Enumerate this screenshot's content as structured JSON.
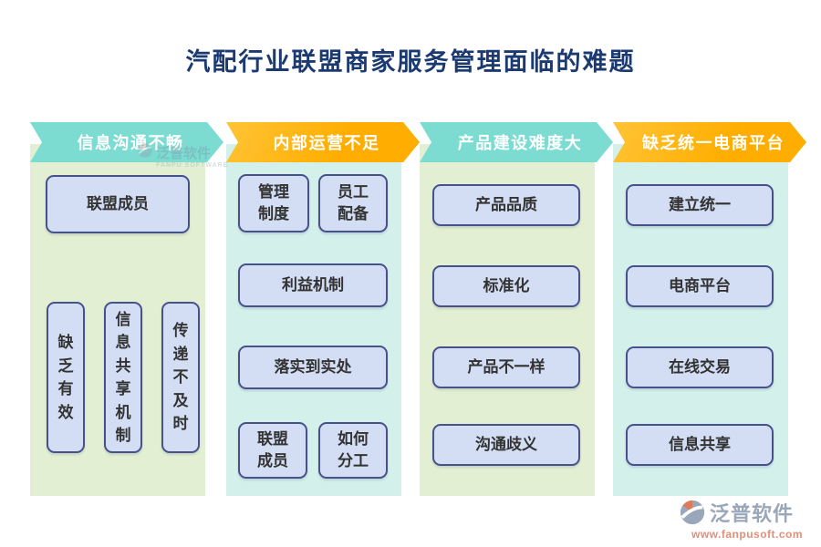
{
  "title": "汽配行业联盟商家服务管理面临的难题",
  "colors": {
    "title_text": "#1C3A72",
    "banner_teal": "#7CDCD2",
    "banner_yellow": "#FFB40A",
    "banner_text": "#FFFFFF",
    "panel_green": "#E2EFD2",
    "panel_cyan": "#D3F0EA",
    "box_fill": "#D3DDF3",
    "box_border": "#47518C",
    "box_text": "#333333",
    "logo_gray": "#9AA6B9",
    "logo_orange": "#E18F79"
  },
  "columns": [
    {
      "header": "信息沟通不畅",
      "boxes": {
        "top": "联盟成员",
        "vertical": [
          "缺乏有效",
          "信息共享机制",
          "传递不及时"
        ]
      }
    },
    {
      "header": "内部运营不足",
      "boxes": {
        "pair_top": [
          "管理\n制度",
          "员工\n配备"
        ],
        "wide_1": "利益机制",
        "wide_2": "落实到实处",
        "pair_bottom": [
          "联盟\n成员",
          "如何\n分工"
        ]
      }
    },
    {
      "header": "产品建设难度大",
      "boxes": {
        "list": [
          "产品品质",
          "标准化",
          "产品不一样",
          "沟通歧义"
        ]
      }
    },
    {
      "header": "缺乏统一电商平台",
      "boxes": {
        "list": [
          "建立统一",
          "电商平台",
          "在线交易",
          "信息共享"
        ]
      }
    }
  ],
  "watermark": {
    "name": "泛普软件",
    "subtitle": "FANPU SOFTWARE"
  },
  "footer_logo": {
    "name": "泛普软件",
    "website": "www.fanpusoft.com"
  }
}
